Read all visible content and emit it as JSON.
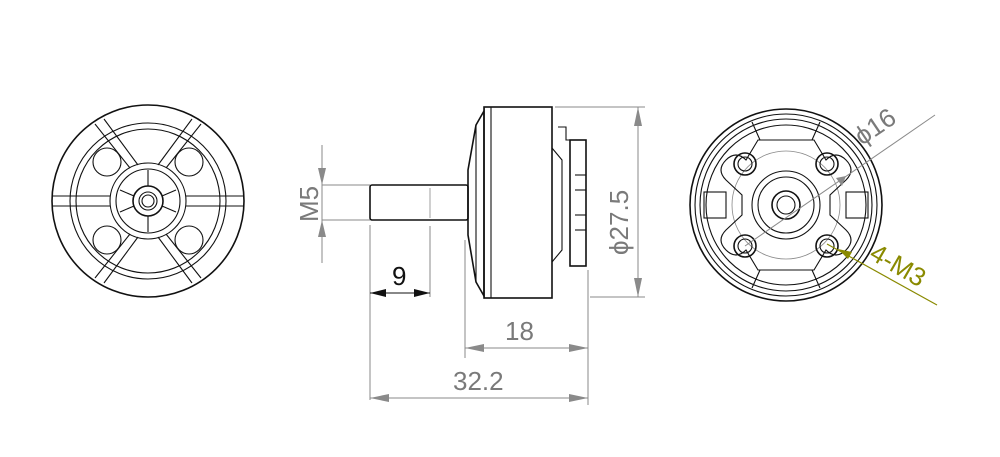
{
  "drawing": {
    "title": "Motor dimension drawing",
    "views": [
      "front-view",
      "side-view",
      "rear-view"
    ],
    "dimensions": {
      "shaft_thread": "M5",
      "shaft_length": "9",
      "body_length": "18",
      "overall_length": "32.2",
      "body_diameter": "ϕ27.5",
      "mount_pattern_diameter": "ϕ16",
      "mount_holes": "4-M3"
    },
    "colors": {
      "outline": "#111111",
      "dimension": "#8a8a8a",
      "leader_highlight": "#8a8a00"
    }
  }
}
